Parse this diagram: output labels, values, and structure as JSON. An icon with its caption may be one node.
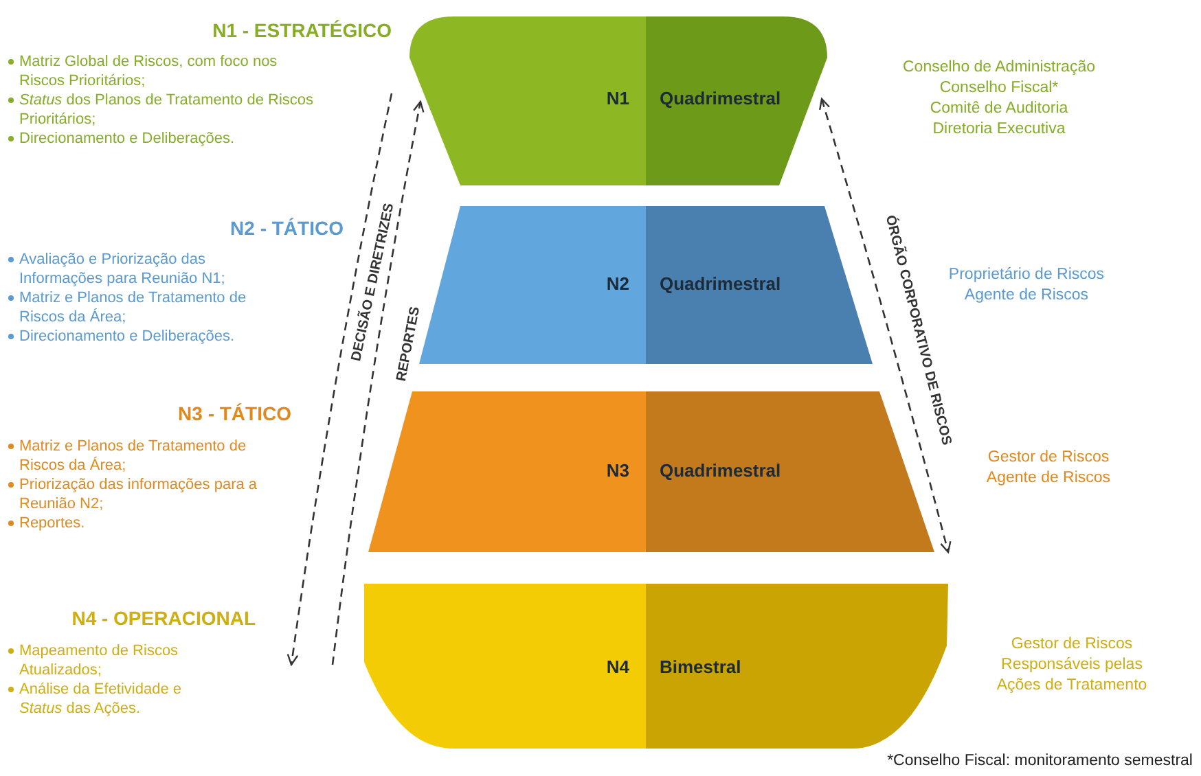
{
  "diagram": {
    "nodes": [
      {
        "text": [
          "N1",
          "Quadrimestral"
        ],
        "beside": [
          "N1 - ESTRATÉGICO",
          "Matriz Global de Riscos, com foco nos Riscos Prioritários;",
          "*Status* dos Planos de Tratamento de Riscos Prioritários;",
          "Direcionamento e Deliberações.",
          "Conselho de Administração",
          "Conselho Fiscal*",
          "Comitê de Auditoria",
          "Diretoria Executiva"
        ]
      },
      {
        "text": [
          "N2",
          "Quadrimestral"
        ],
        "beside": [
          "N2 - TÁTICO",
          "Avaliação e Priorização das Informações para Reunião N1;",
          "Matriz e Planos de Tratamento de Riscos da Área;",
          "Direcionamento e Deliberações.",
          "Proprietário de Riscos",
          "Agente de Riscos"
        ]
      },
      {
        "text": [
          "N3",
          "Quadrimestral"
        ],
        "beside": [
          "N3 - TÁTICO",
          "Matriz e Planos de Tratamento de Riscos da Área;",
          "Priorização das informações para a Reunião N2;",
          "Reportes.",
          "Gestor de Riscos",
          "Agente de Riscos"
        ]
      },
      {
        "text": [
          "N4",
          "Bimestral"
        ],
        "beside": [
          "N4 - OPERACIONAL",
          "Mapeamento de Riscos Atualizados;",
          "Análise da Efetividade e *Status* das Ações.",
          "Gestor de Riscos",
          "Responsáveis pelas",
          "Ações de Tratamento"
        ]
      }
    ],
    "edges": [
      {
        "from": 0,
        "to": 3,
        "arrow": "to",
        "label": "DECISÃO E DIRETRIZES",
        "style": "dashed"
      },
      {
        "from": 3,
        "to": 0,
        "arrow": "to",
        "label": "REPORTES",
        "style": "dashed"
      },
      {
        "from": 0,
        "to": 2,
        "arrow": "both",
        "label": "ÓRGÃO CORPORATIVO DE RISCOS",
        "style": "dashed"
      }
    ],
    "labels": [
      "*Conselho Fiscal: monitoramento semestral"
    ]
  }
}
